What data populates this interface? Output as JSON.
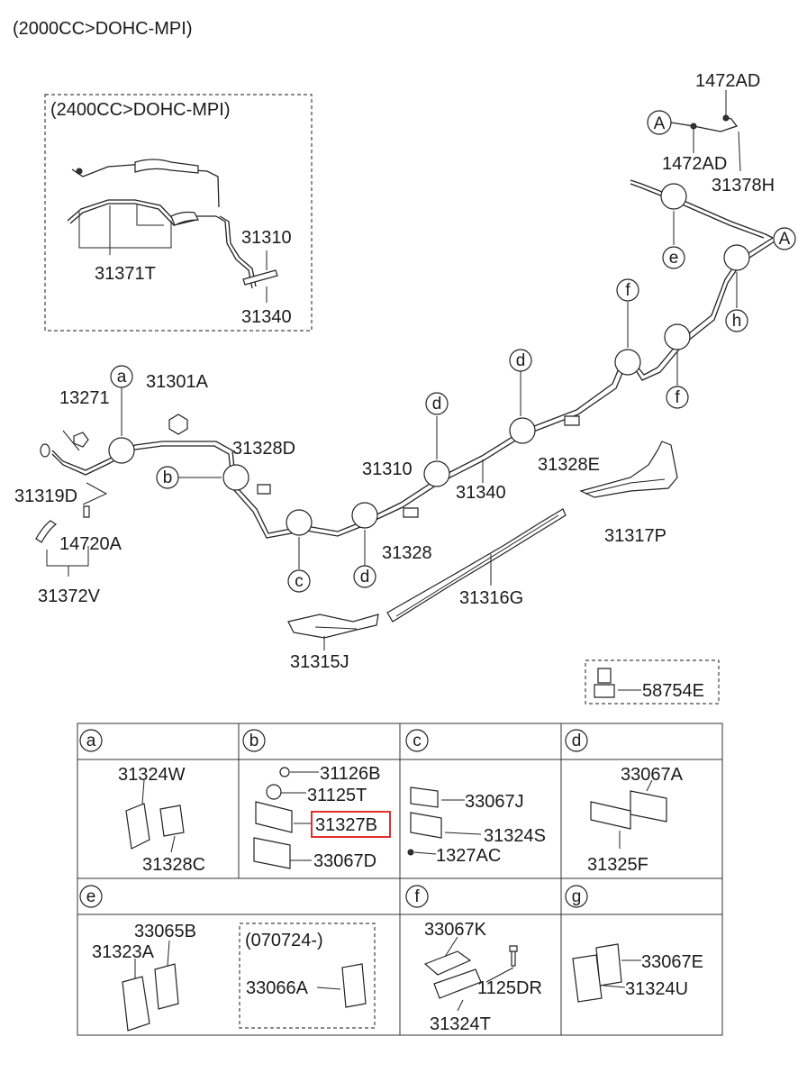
{
  "header": {
    "engine_label": "(2000CC>DOHC-MPI)"
  },
  "inset": {
    "engine_label": "(2400CC>DOHC-MPI)",
    "parts": [
      "31371T",
      "31310",
      "31340"
    ]
  },
  "callouts": {
    "a": "a",
    "b": "b",
    "c": "c",
    "d": "d",
    "e": "e",
    "f": "f",
    "g": "g",
    "h": "h",
    "A": "A"
  },
  "main_parts": {
    "p1472AD_top": "1472AD",
    "p1472AD_mid": "1472AD",
    "p31378H": "31378H",
    "p13271": "13271",
    "p31301A": "31301A",
    "p31319D": "31319D",
    "p31328D": "31328D",
    "p14720A": "14720A",
    "p31372V": "31372V",
    "p31310": "31310",
    "p31340": "31340",
    "p31328E": "31328E",
    "p31328": "31328",
    "p31317P": "31317P",
    "p31316G": "31316G",
    "p31315J": "31315J",
    "p58754E": "58754E"
  },
  "table": {
    "a": {
      "parts": [
        "31324W",
        "31328C"
      ]
    },
    "b": {
      "parts": [
        "31126B",
        "31125T",
        "31327B",
        "33067D"
      ],
      "highlighted": "31327B",
      "highlight_color": "#e0302b"
    },
    "c": {
      "parts": [
        "33067J",
        "31324S",
        "1327AC"
      ]
    },
    "d": {
      "parts": [
        "33067A",
        "31325F"
      ]
    },
    "e": {
      "parts": [
        "33065B",
        "31323A"
      ],
      "variant_label": "(070724-)",
      "variant_parts": [
        "33066A"
      ]
    },
    "f": {
      "parts": [
        "33067K",
        "1125DR",
        "31324T"
      ]
    },
    "g": {
      "parts": [
        "33067E",
        "31324U"
      ]
    }
  }
}
